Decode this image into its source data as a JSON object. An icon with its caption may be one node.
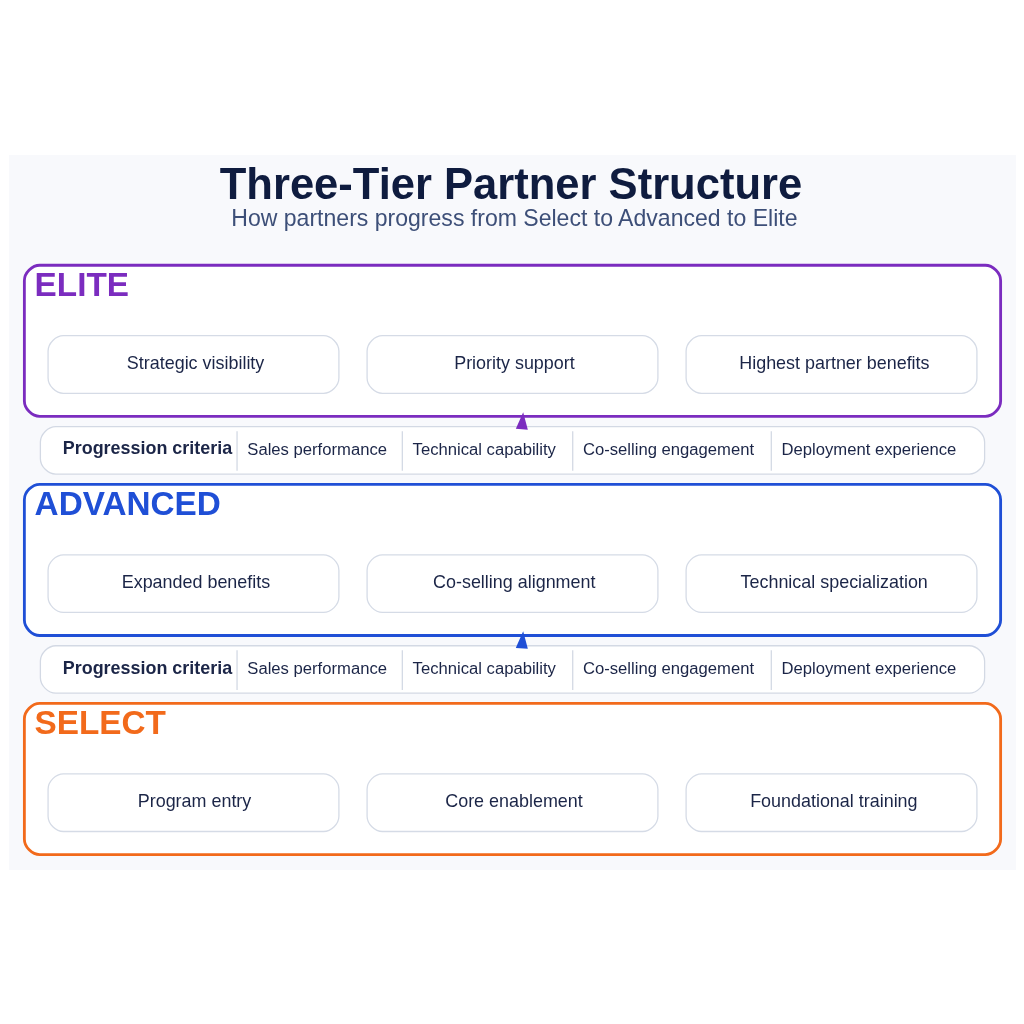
{
  "diagram": {
    "title": "Three-Tier Partner Structure",
    "caption": "How partners progress from Select to Advanced to Elite",
    "nodes": [
      {
        "text": [
          "ELITE"
        ]
      },
      {
        "text": [
          "Strategic visibility"
        ],
        "in": 0
      },
      {
        "text": [
          "Priority support"
        ],
        "in": 0
      },
      {
        "text": [
          "Highest partner benefits"
        ],
        "in": 0
      },
      {
        "text": [
          "Progression criteria",
          "Sales performance",
          "Technical capability",
          "Co-selling engagement",
          "Deployment experience"
        ]
      },
      {
        "text": [
          "ADVANCED"
        ]
      },
      {
        "text": [
          "Expanded benefits"
        ],
        "in": 5
      },
      {
        "text": [
          "Co-selling alignment"
        ],
        "in": 5
      },
      {
        "text": [
          "Technical specialization"
        ],
        "in": 5
      },
      {
        "text": [
          "Progression criteria",
          "Sales performance",
          "Technical capability",
          "Co-selling engagement",
          "Deployment experience"
        ]
      },
      {
        "text": [
          "SELECT"
        ]
      },
      {
        "text": [
          "Program entry"
        ],
        "in": 10
      },
      {
        "text": [
          "Core enablement"
        ],
        "in": 10
      },
      {
        "text": [
          "Foundational training"
        ],
        "in": 10
      }
    ],
    "edges": [
      {
        "from": 4,
        "to": 0,
        "arrow": "to",
        "color": "#7b2cbf"
      },
      {
        "from": 9,
        "to": 5,
        "arrow": "to",
        "color": "#1f4fd6"
      }
    ]
  }
}
